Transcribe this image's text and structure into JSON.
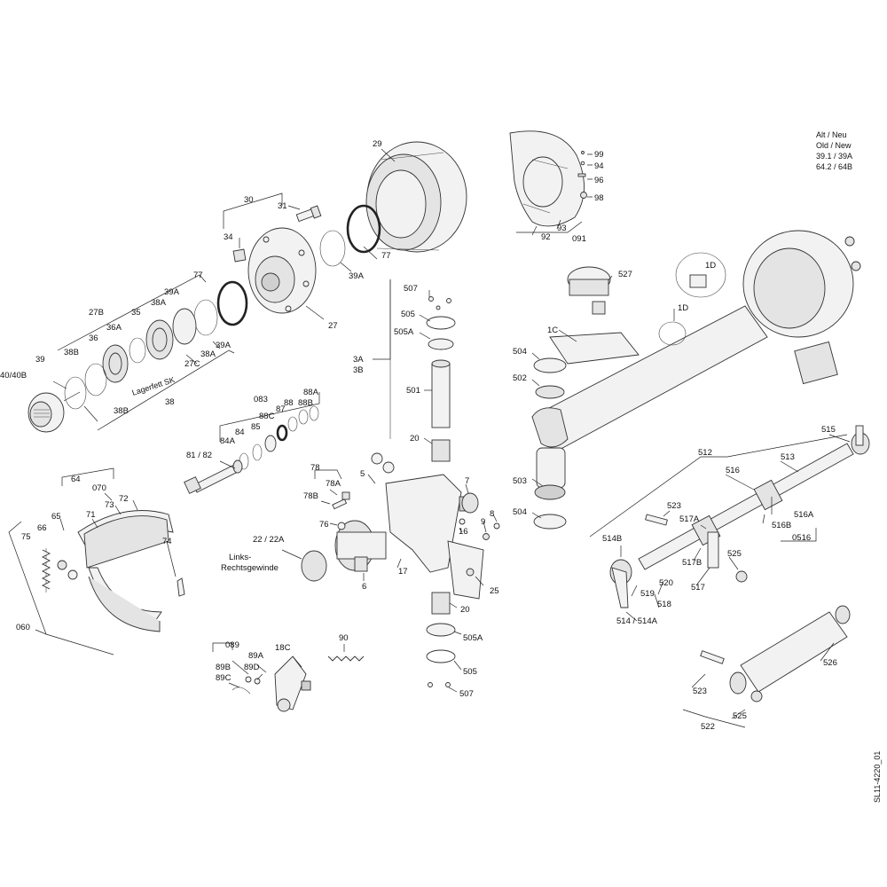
{
  "legend": {
    "line1": "Alt / Neu",
    "line2": "Old / New",
    "line3": "39.1 / 39A",
    "line4": "64.2 / 64B"
  },
  "drawing_id": "SL11-4220_01",
  "labels": {
    "l29": "29",
    "l30": "30",
    "l31": "31",
    "l34": "34",
    "l77a": "77",
    "l39A": "39A",
    "l27": "27",
    "l77b": "77",
    "l27B": "27B",
    "l36A": "36A",
    "l35": "35",
    "l38A1": "38A",
    "l39A2": "39A",
    "l36": "36",
    "l38B1": "38B",
    "l39": "39",
    "l40": "40/40B",
    "l38B2": "38B",
    "l38": "38",
    "l27C": "27C",
    "l38A2": "38A",
    "l39A3": "39A",
    "lager": "Lagerfett SK",
    "l99": "99",
    "l94": "94",
    "l96": "96",
    "l98": "98",
    "l92": "92",
    "l93": "93",
    "l091": "091",
    "l527": "527",
    "l1D1": "1D",
    "l1D2": "1D",
    "l1C": "1C",
    "l504a": "504",
    "l502": "502",
    "l507a": "507",
    "l505a": "505",
    "l505A1": "505A",
    "l3A": "3A",
    "l3B": "3B",
    "l501": "501",
    "l20a": "20",
    "l083": "083",
    "l88A": "88A",
    "l88B": "88B",
    "l88": "88",
    "l88C": "88C",
    "l87": "87",
    "l85": "85",
    "l84": "84",
    "l84A": "84A",
    "l8182": "81 / 82",
    "l78": "78",
    "l78A": "78A",
    "l78B": "78B",
    "l5": "5",
    "l7": "7",
    "l16": "16",
    "l9": "9",
    "l8": "8",
    "l76": "76",
    "l2222A": "22 / 22A",
    "links1": "Links-",
    "links2": "Rechtsgewinde",
    "l17": "17",
    "l6": "6",
    "l25": "25",
    "l20b": "20",
    "l505A2": "505A",
    "l505b": "505",
    "l507b": "507",
    "l64": "64",
    "l070": "070",
    "l65": "65",
    "l71": "71",
    "l73": "73",
    "l72": "72",
    "l75": "75",
    "l66": "66",
    "l74": "74",
    "l060": "060",
    "l089": "089",
    "l89A": "89A",
    "l89B": "89B",
    "l89C": "89C",
    "l89D": "89D",
    "l18C": "18C",
    "l90": "90",
    "l503": "503",
    "l504b": "504",
    "l512": "512",
    "l515": "515",
    "l513": "513",
    "l516": "516",
    "l523a": "523",
    "l517A": "517A",
    "l516A": "516A",
    "l516B": "516B",
    "l0516": "0516",
    "l514B": "514B",
    "l525a": "525",
    "l517B": "517B",
    "l520": "520",
    "l519": "519",
    "l517": "517",
    "l518": "518",
    "l514": "514 / 514A",
    "l526": "526",
    "l523b": "523",
    "l525b": "525",
    "l522": "522"
  }
}
